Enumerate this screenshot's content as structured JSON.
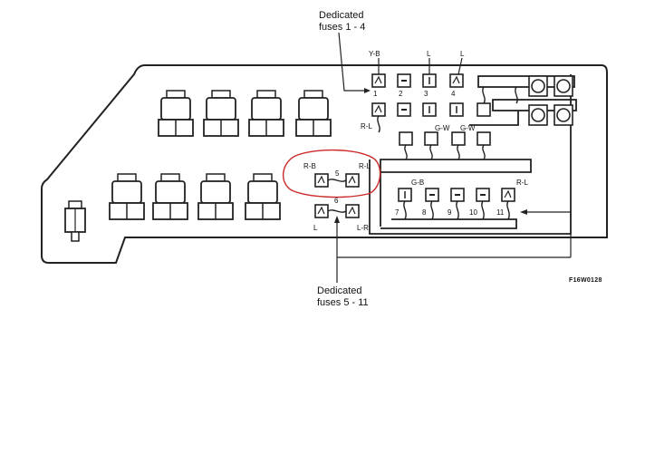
{
  "callouts": {
    "top": {
      "line1": "Dedicated",
      "line2": "fuses 1 - 4"
    },
    "bottom": {
      "line1": "Dedicated",
      "line2": "fuses 5 - 11"
    }
  },
  "figure_code": "F16W0128",
  "fuses": {
    "f1": {
      "num": "1",
      "top_label": "Y-B",
      "bottom_label": "R-L"
    },
    "f2": {
      "num": "2"
    },
    "f3": {
      "num": "3",
      "top_label": "L"
    },
    "f4": {
      "num": "4",
      "top_label": "L"
    },
    "g_w_a": "G-W",
    "g_w_b": "G-W",
    "f5": {
      "num": "5",
      "left_label": "R-B",
      "right_label": "R-L"
    },
    "f6": {
      "num": "6",
      "left_label": "L",
      "right_label": "L-R"
    },
    "f7": {
      "num": "7",
      "top_label": "G-B"
    },
    "f8": {
      "num": "8"
    },
    "f9": {
      "num": "9"
    },
    "f10": {
      "num": "10"
    },
    "f11": {
      "num": "11",
      "top_label": "R-L"
    }
  },
  "highlight_color": "#cc2a2a"
}
